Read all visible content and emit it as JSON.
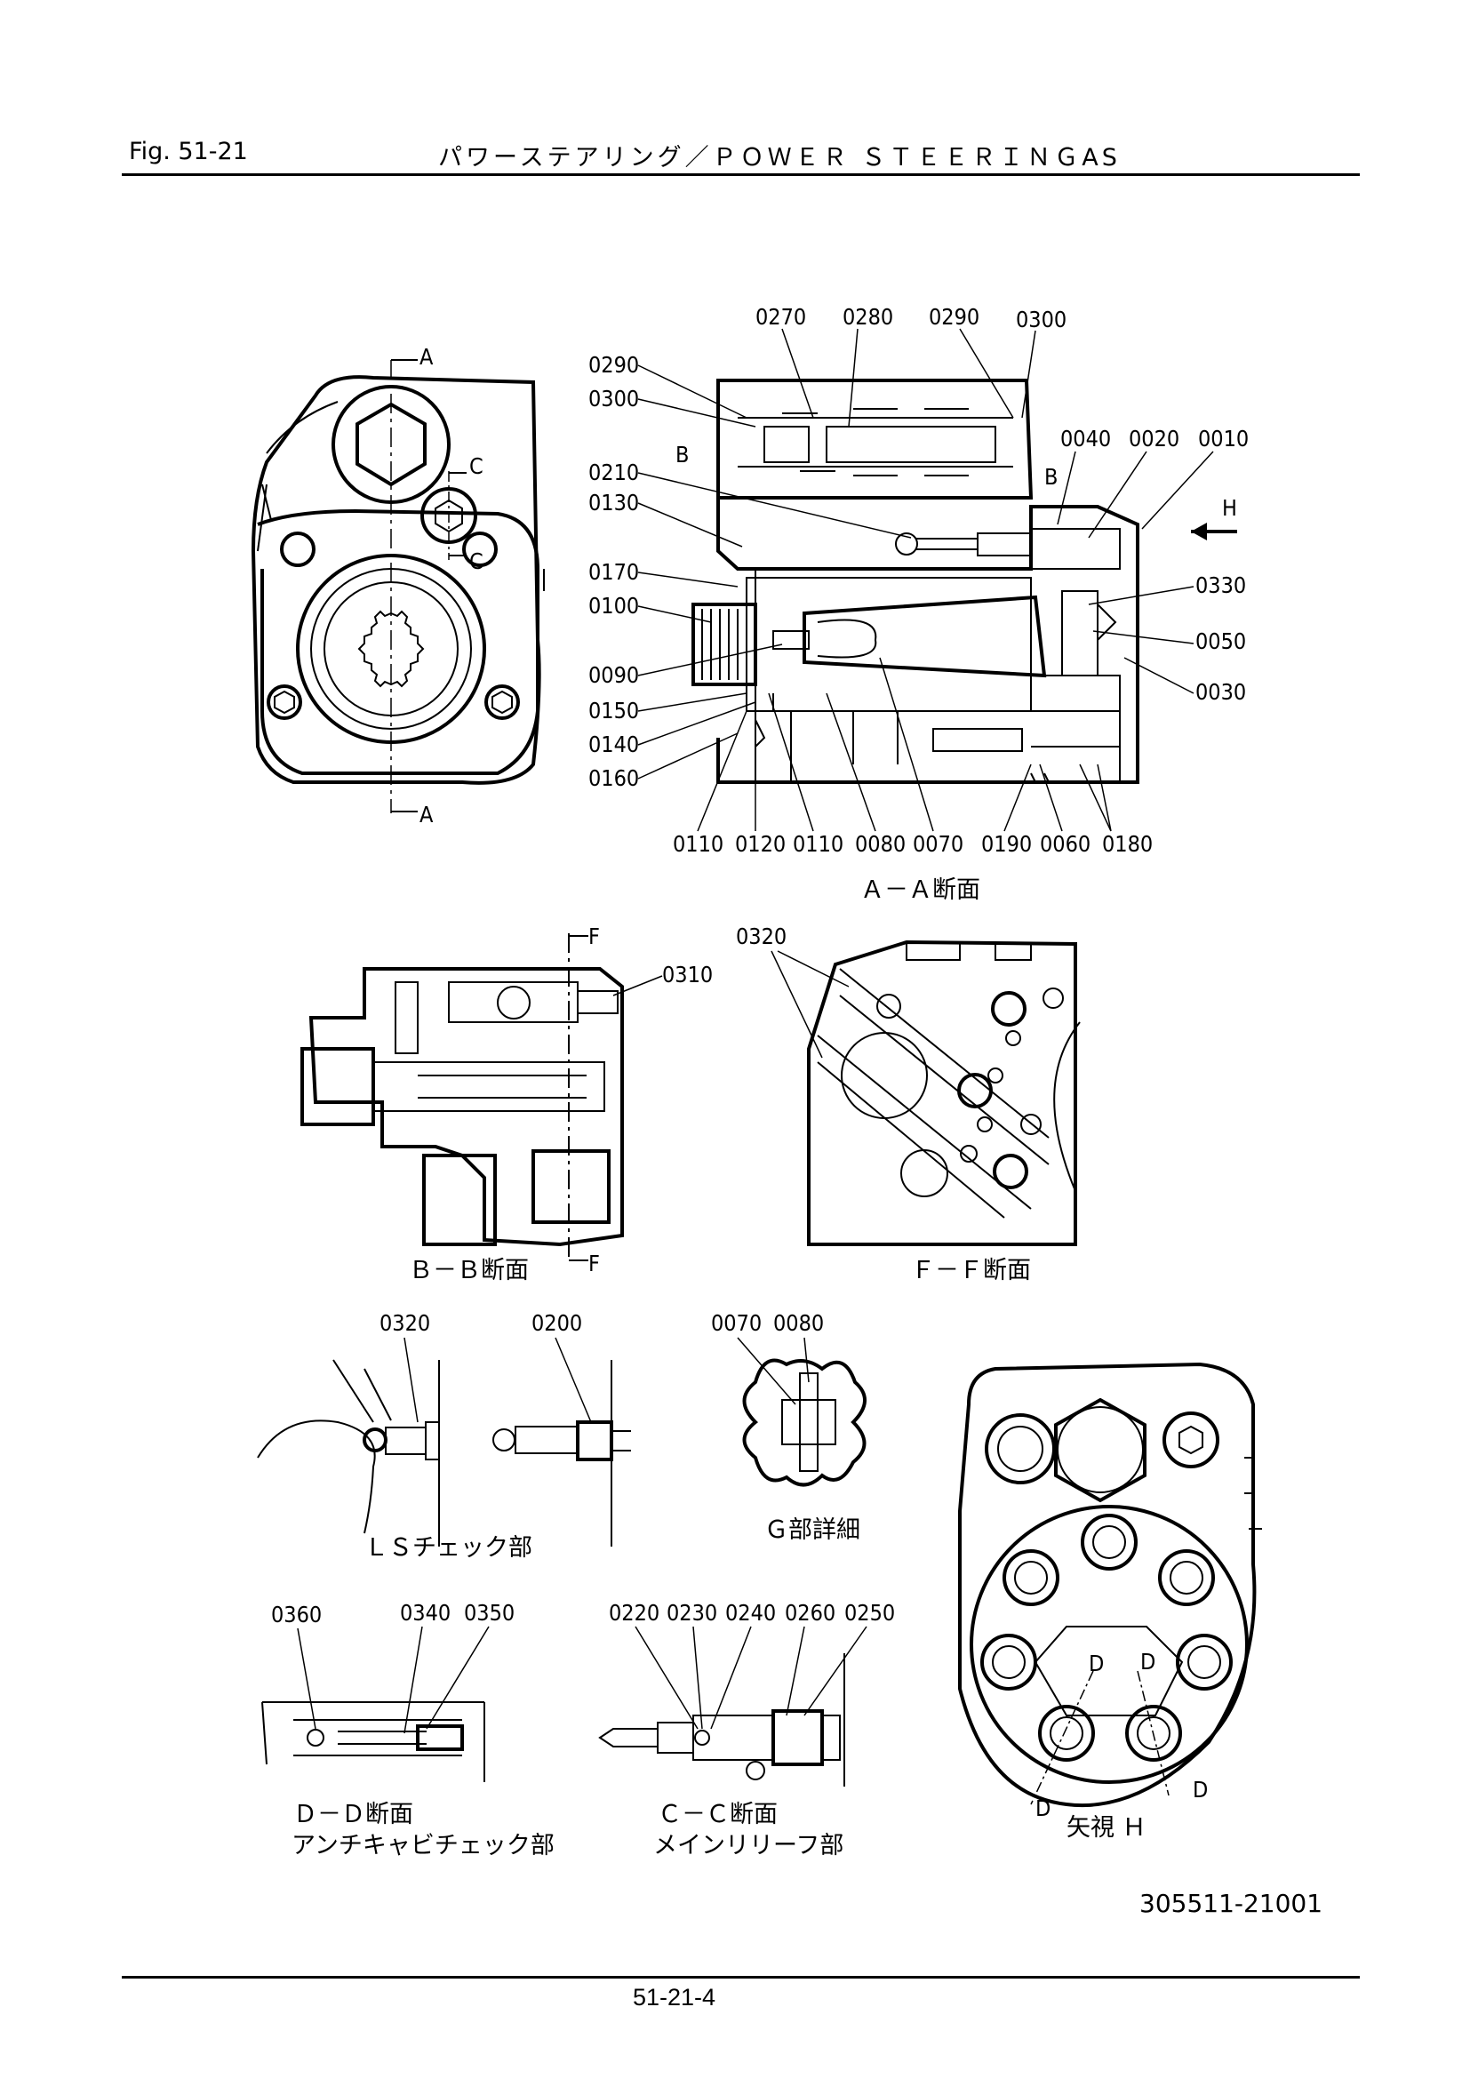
{
  "header": {
    "fig_label": "Fig.  51-21",
    "title": "パワーステアリング／ＰＯＷＥＲ ＳＴＥＥＲＩＮＧAS"
  },
  "footer": {
    "drawing_number": "305511-21001",
    "page_number": "51-21-4"
  },
  "sections": {
    "a_a": "Ａ－Ａ断面",
    "b_b": "Ｂ－Ｂ断面",
    "f_f": "Ｆ－Ｆ断面",
    "ls_check": "ＬＳチェック部",
    "g_detail": "Ｇ部詳細",
    "d_d": "Ｄ－Ｄ断面",
    "anti_cav": "アンチキャビチェック部",
    "c_c": "Ｃ－Ｃ断面",
    "main_relief": "メインリリーフ部",
    "view_h": "矢視 Ｈ"
  },
  "markers": {
    "a": "A",
    "b": "B",
    "c": "C",
    "d": "D",
    "f": "F",
    "h": "H"
  },
  "parts": {
    "p0010": "0010",
    "p0020": "0020",
    "p0030": "0030",
    "p0040": "0040",
    "p0050": "0050",
    "p0060": "0060",
    "p0070": "0070",
    "p0080": "0080",
    "p0090": "0090",
    "p0100": "0100",
    "p0110": "0110",
    "p0120": "0120",
    "p0130": "0130",
    "p0140": "0140",
    "p0150": "0150",
    "p0160": "0160",
    "p0170": "0170",
    "p0180": "0180",
    "p0190": "0190",
    "p0200": "0200",
    "p0210": "0210",
    "p0220": "0220",
    "p0230": "0230",
    "p0240": "0240",
    "p0250": "0250",
    "p0260": "0260",
    "p0270": "0270",
    "p0280": "0280",
    "p0290": "0290",
    "p0300": "0300",
    "p0310": "0310",
    "p0320": "0320",
    "p0330": "0330",
    "p0340": "0340",
    "p0350": "0350",
    "p0360": "0360"
  }
}
